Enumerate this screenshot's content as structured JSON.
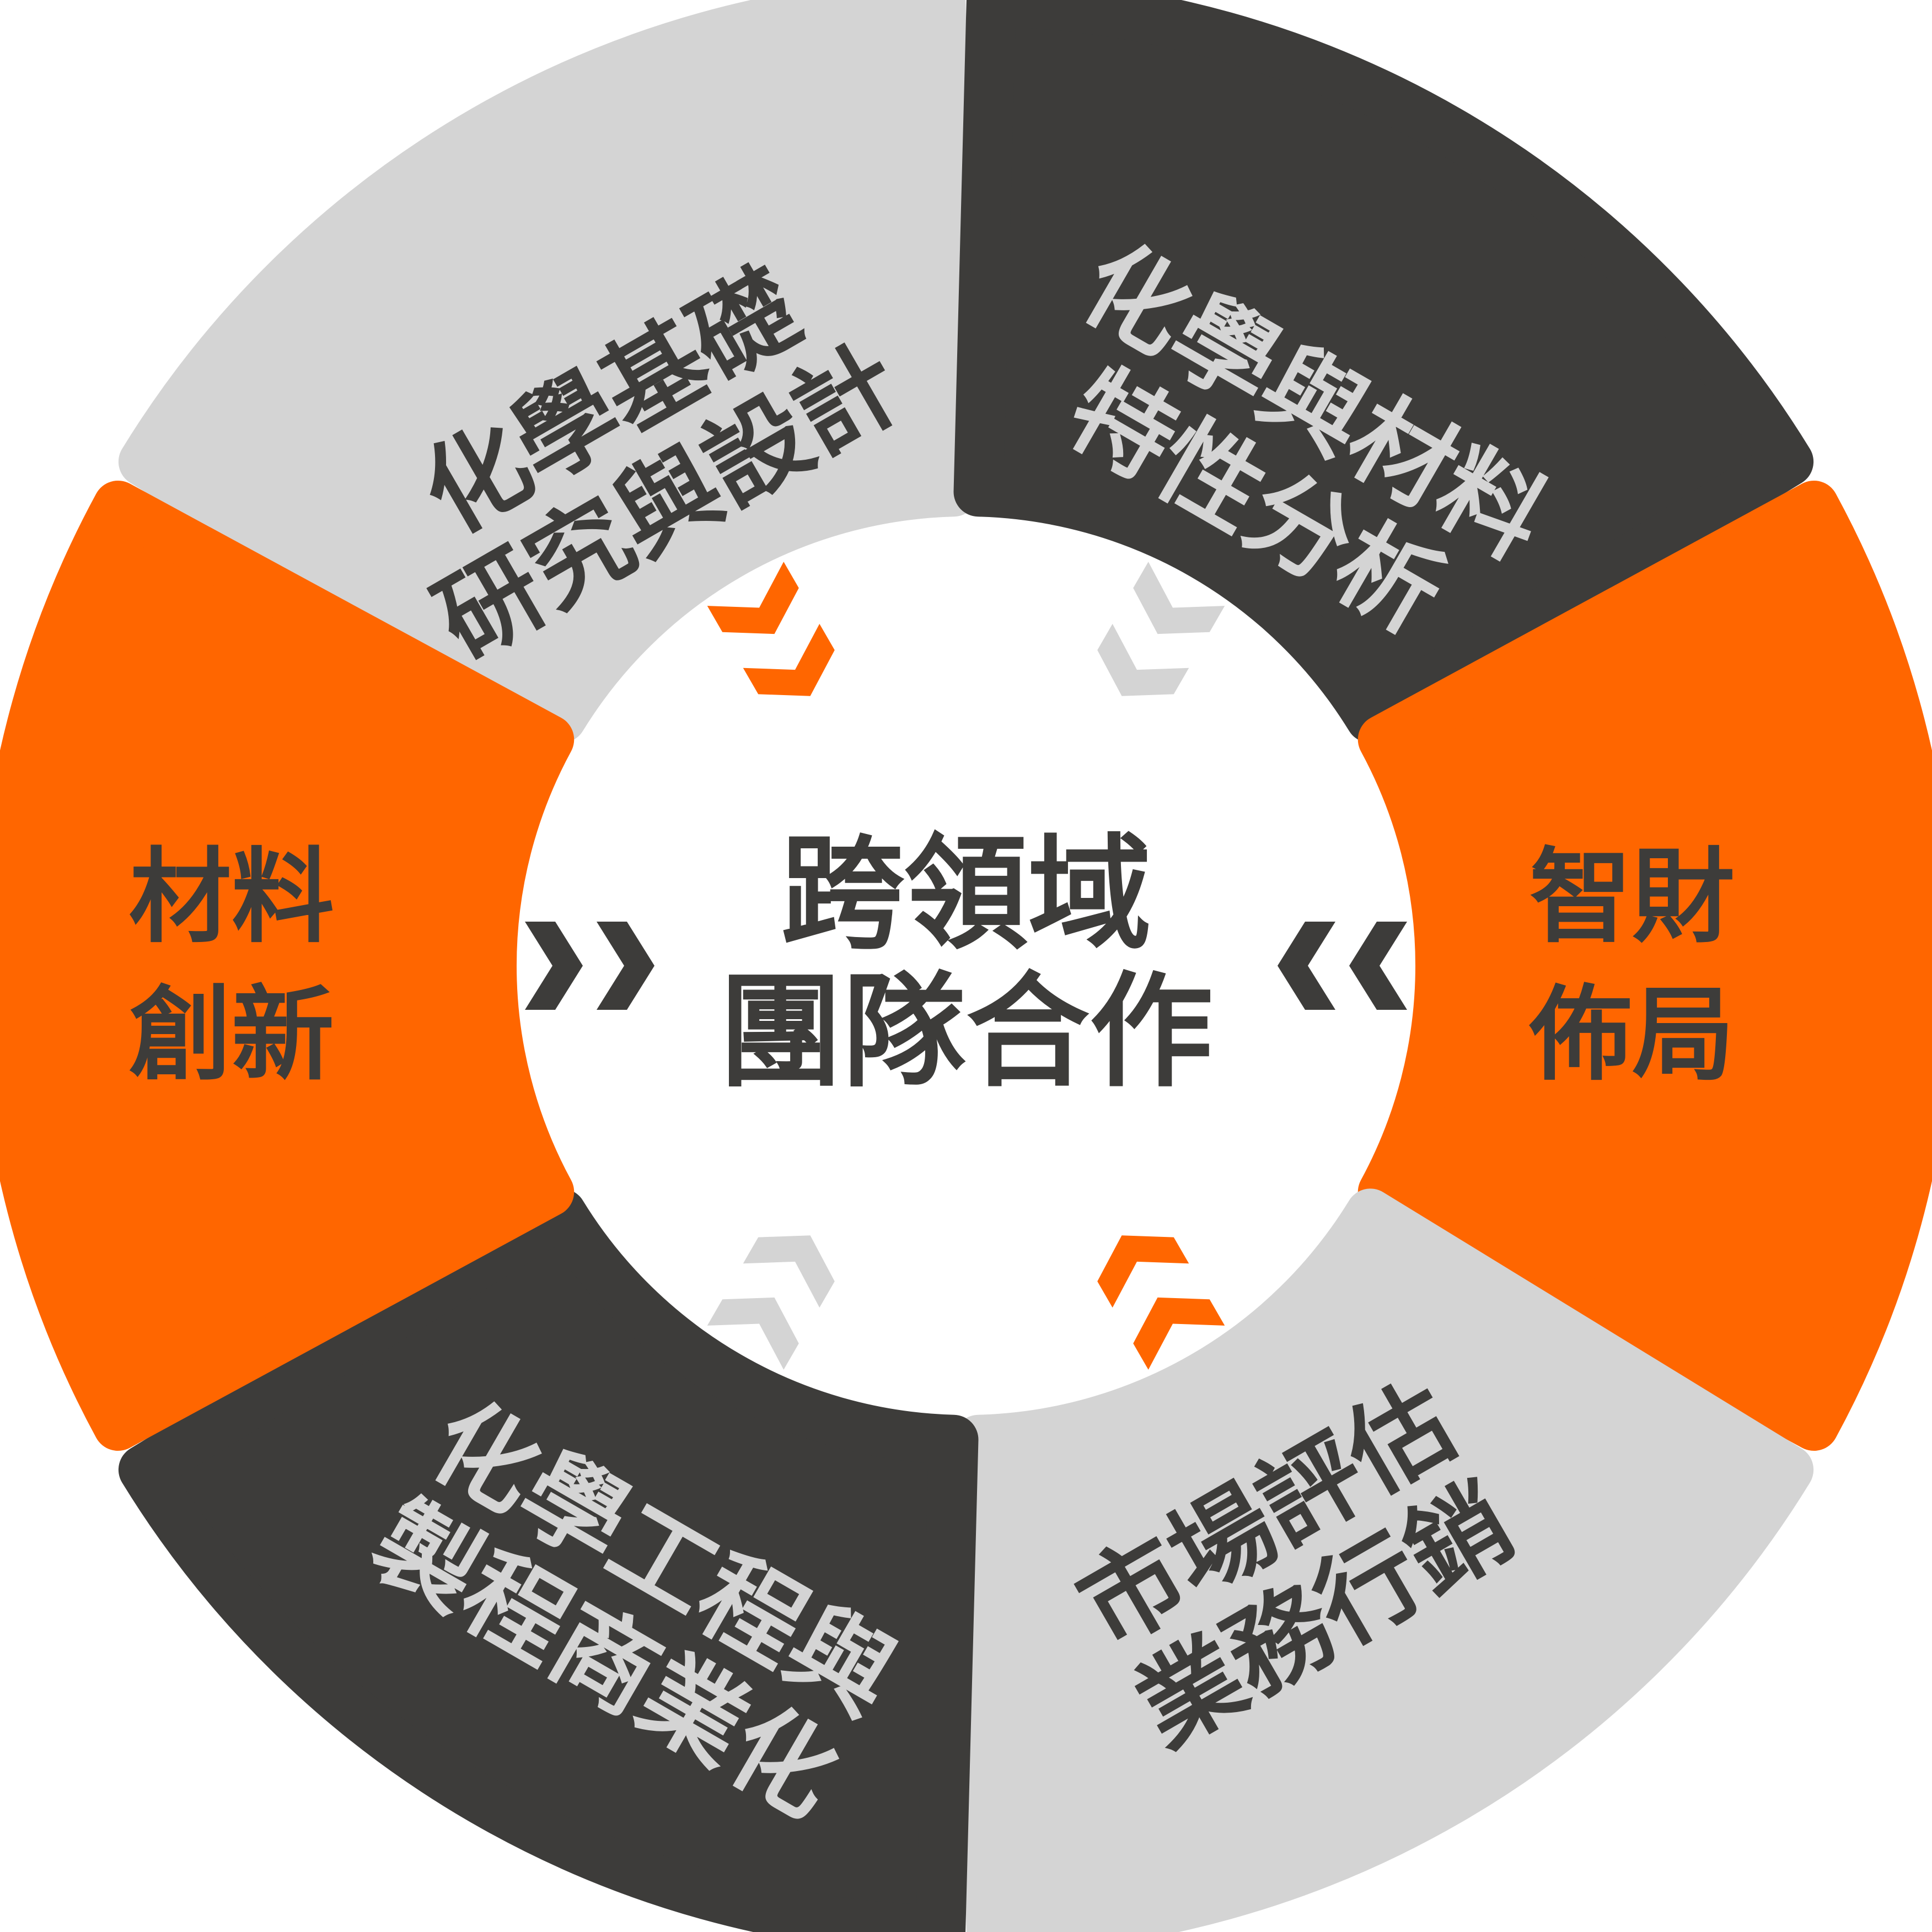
{
  "center": {
    "line1": "跨領域",
    "line2": "團隊合作"
  },
  "segments": [
    {
      "id": "top-left",
      "line1": "化學基礎",
      "line2": "研究與設計",
      "color": "#d4d4d4",
      "text_color": "#3d3c3a"
    },
    {
      "id": "top-right",
      "line1": "化學與材料",
      "line2": "特性分析",
      "color": "#3d3c3a",
      "text_color": "#d4d4d4"
    },
    {
      "id": "right",
      "line1": "智財",
      "line2": "佈局",
      "color": "#ff6600",
      "text_color": "#3d3c3a"
    },
    {
      "id": "bottom-right",
      "line1": "市場評估",
      "line2": "業務行銷",
      "color": "#d4d4d4",
      "text_color": "#3d3c3a"
    },
    {
      "id": "bottom-left",
      "line1": "化學工程與",
      "line2": "製程商業化",
      "color": "#3d3c3a",
      "text_color": "#d4d4d4"
    },
    {
      "id": "left",
      "line1": "材料",
      "line2": "創新",
      "color": "#ff6600",
      "text_color": "#3d3c3a"
    }
  ],
  "colors": {
    "orange": "#ff6600",
    "dark": "#3d3c3a",
    "light": "#d4d4d4",
    "text_dark": "#3d3c3a"
  },
  "arrows": [
    {
      "id": "top-left",
      "icon": "double-chevron-icon",
      "color": "#ff6600"
    },
    {
      "id": "top-right",
      "icon": "double-chevron-icon",
      "color": "#d4d4d4"
    },
    {
      "id": "right",
      "icon": "double-chevron-icon",
      "color": "#3d3c3a"
    },
    {
      "id": "bottom-right",
      "icon": "double-chevron-icon",
      "color": "#ff6600"
    },
    {
      "id": "bottom-left",
      "icon": "double-chevron-icon",
      "color": "#d4d4d4"
    },
    {
      "id": "left",
      "icon": "double-chevron-icon",
      "color": "#3d3c3a"
    }
  ]
}
